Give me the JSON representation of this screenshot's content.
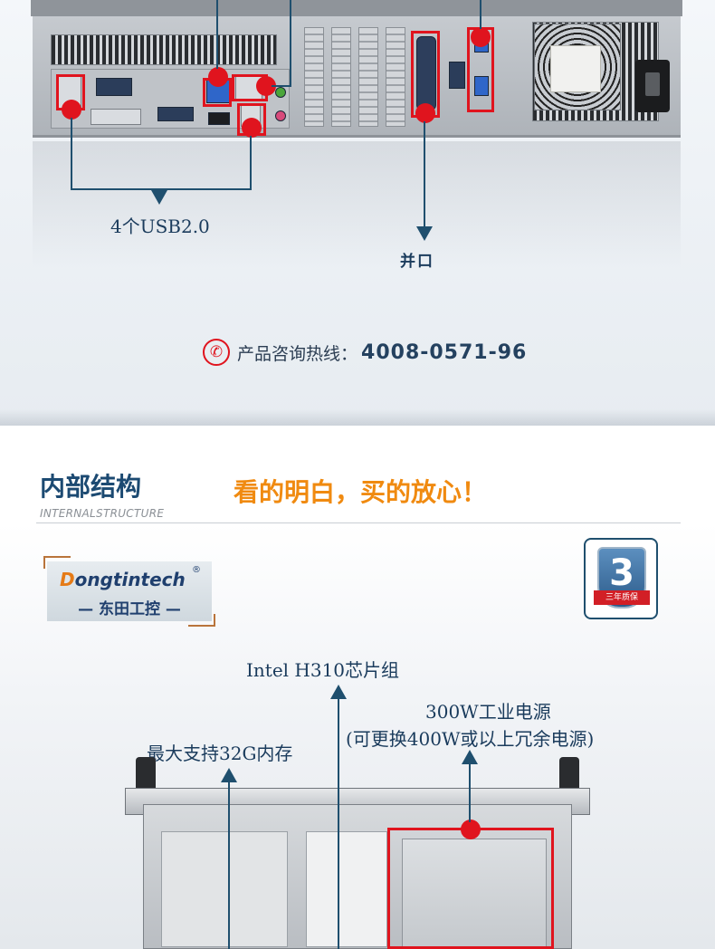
{
  "rear_panel": {
    "usb_callout": "4个USB2.0",
    "parallel_callout": "并口"
  },
  "hotline": {
    "label": "产品咨询热线：",
    "number": "4008-0571-96",
    "icon": "phone-icon"
  },
  "section": {
    "title": "内部结构",
    "subtitle": "INTERNALSTRUCTURE",
    "tagline": "看的明白，买的放心！"
  },
  "logo": {
    "brand": "ongtintech",
    "brand_initial": "D",
    "registered": "®",
    "chinese": "— 东田工控 —"
  },
  "warranty": {
    "number": "3",
    "text": "三年质保"
  },
  "internal_callouts": {
    "chipset": "Intel H310芯片组",
    "memory": "最大支持32G内存",
    "psu_line1": "300W工业电源",
    "psu_line2": "(可更换400W或以上冗余电源)"
  },
  "colors": {
    "highlight_red": "#e0141e",
    "callout_blue": "#1f4f6e",
    "tagline_orange": "#f08a10",
    "title_blue": "#1c4a72"
  }
}
